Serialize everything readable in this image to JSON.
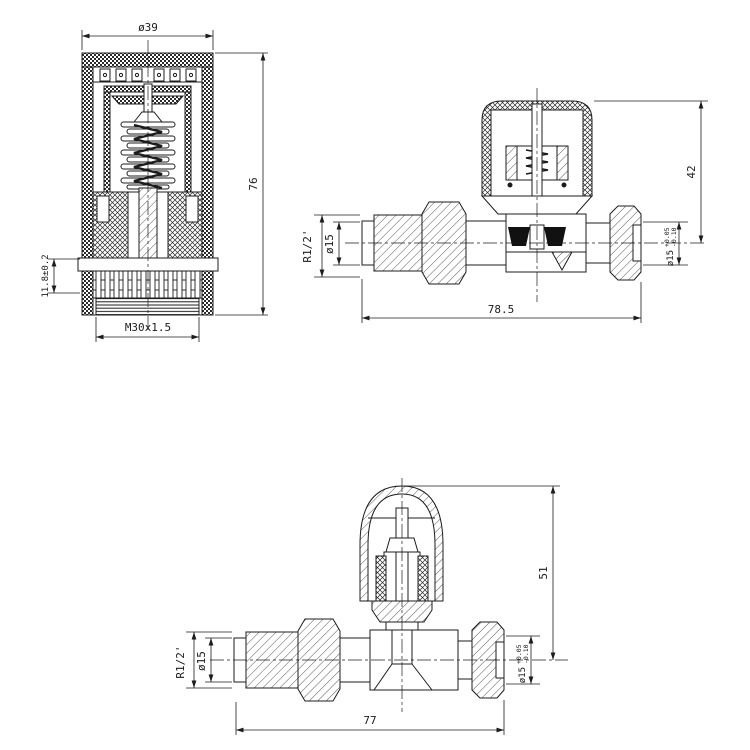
{
  "drawing": {
    "type": "technical-cross-section",
    "subject": "thermostatic radiator valve set",
    "background": "#ffffff",
    "line_color": "#1c1c1c",
    "views": {
      "head": {
        "label": "thermostatic-head-cross-section",
        "dim_diameter": "ø39",
        "dim_height": "76",
        "dim_collar": "11.8±0.2",
        "dim_thread": "M30x1.5"
      },
      "straight": {
        "label": "straight-valve-cross-section",
        "dim_thread": "R1/2'",
        "dim_bore": "ø15",
        "dim_height": "42",
        "dim_length": "78.5",
        "dim_outlet_base": "ø15",
        "dim_outlet_plus": "+0.05",
        "dim_outlet_minus": "-0.10"
      },
      "lockshield": {
        "label": "lockshield-valve-cross-section",
        "dim_thread": "R1/2'",
        "dim_bore": "ø15",
        "dim_height": "51",
        "dim_length": "77",
        "dim_outlet_base": "ø15",
        "dim_outlet_plus": "+0.05",
        "dim_outlet_minus": "-0.10"
      }
    }
  }
}
